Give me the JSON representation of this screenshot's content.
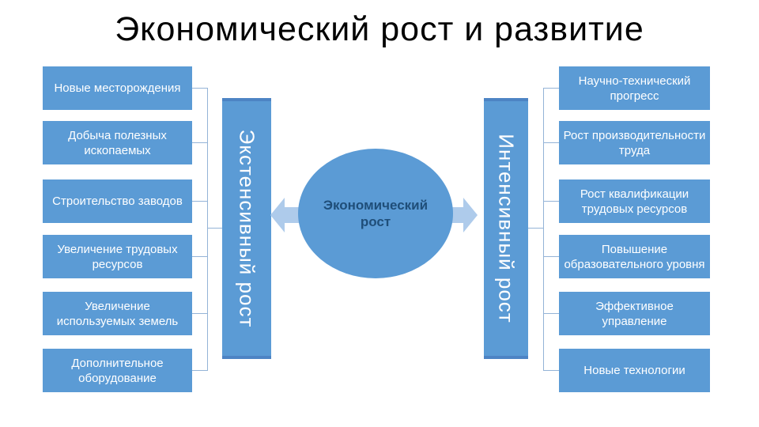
{
  "title": "Экономический рост и развитие",
  "center": {
    "label": "Экономический рост"
  },
  "left": {
    "bar_label": "Экстенсивный рост",
    "items": [
      "Новые месторождения",
      "Добыча полезных ископаемых",
      "Строительство заводов",
      "Увеличение трудовых ресурсов",
      "Увеличение используемых земель",
      "Дополнительное оборудование"
    ]
  },
  "right": {
    "bar_label": "Интенсивный рост",
    "items": [
      "Научно-технический прогресс",
      "Рост производительности труда",
      "Рост квалификации трудовых ресурсов",
      "Повышение образовательного уровня",
      "Эффективное управление",
      "Новые технологии"
    ]
  },
  "colors": {
    "accent_blue": "#5B9BD5",
    "bar_cap_blue": "#4D84C4",
    "arrow_blue": "#AECBEB",
    "ellipse_text_blue": "#1F4E79",
    "connector_blue": "#94B3D7",
    "box_text": "#FFFFFF",
    "title_text": "#000000"
  }
}
